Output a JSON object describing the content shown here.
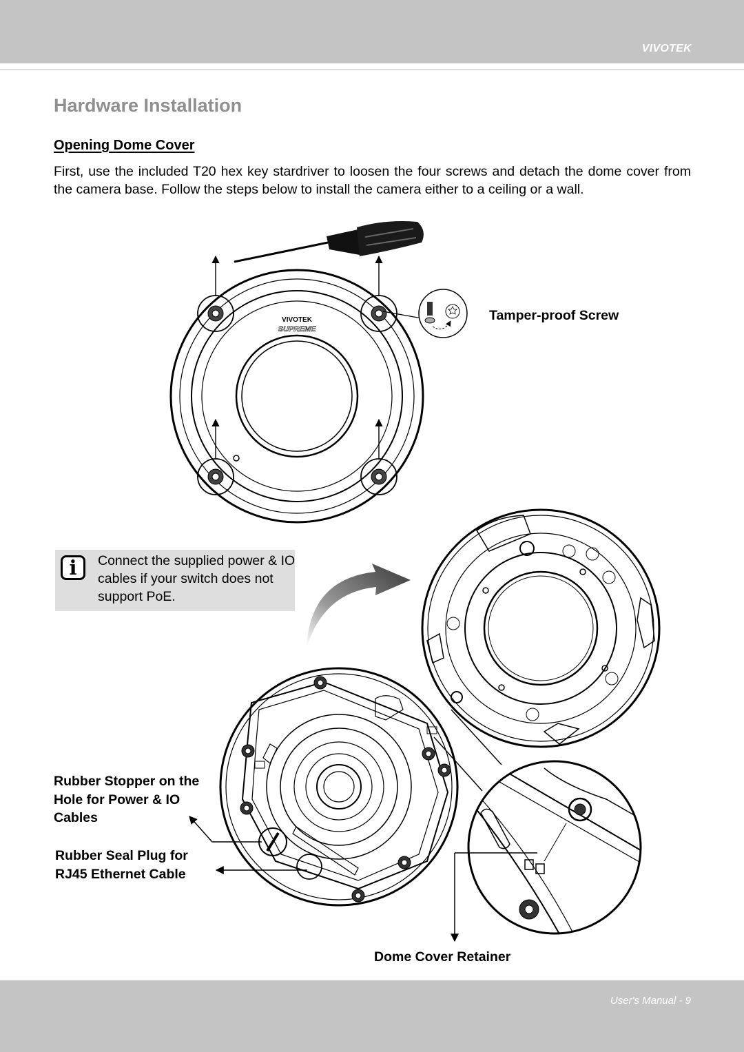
{
  "header": {
    "brand": "VIVOTEK"
  },
  "page_title": "Hardware Installation",
  "section": {
    "heading": "Opening Dome Cover",
    "intro": "First, use the included T20 hex key stardriver to loosen the four screws and detach the dome cover from the camera base. Follow the steps below to install the camera either to a ceiling or a wall."
  },
  "figure": {
    "dome_logo": "VIVOTEK",
    "dome_model": "SUPREME",
    "labels": {
      "tamper_screw": "Tamper-proof Screw",
      "rubber_stopper": "Rubber Stopper on the Hole for Power & IO Cables",
      "rubber_seal": "Rubber Seal Plug for RJ45 Ethernet Cable",
      "dome_retainer": "Dome Cover Retainer"
    }
  },
  "note": {
    "icon": "info-icon",
    "text": "Connect the supplied power & IO cables if your switch does not support PoE."
  },
  "footer": {
    "page_label": "User's Manual - 9"
  }
}
